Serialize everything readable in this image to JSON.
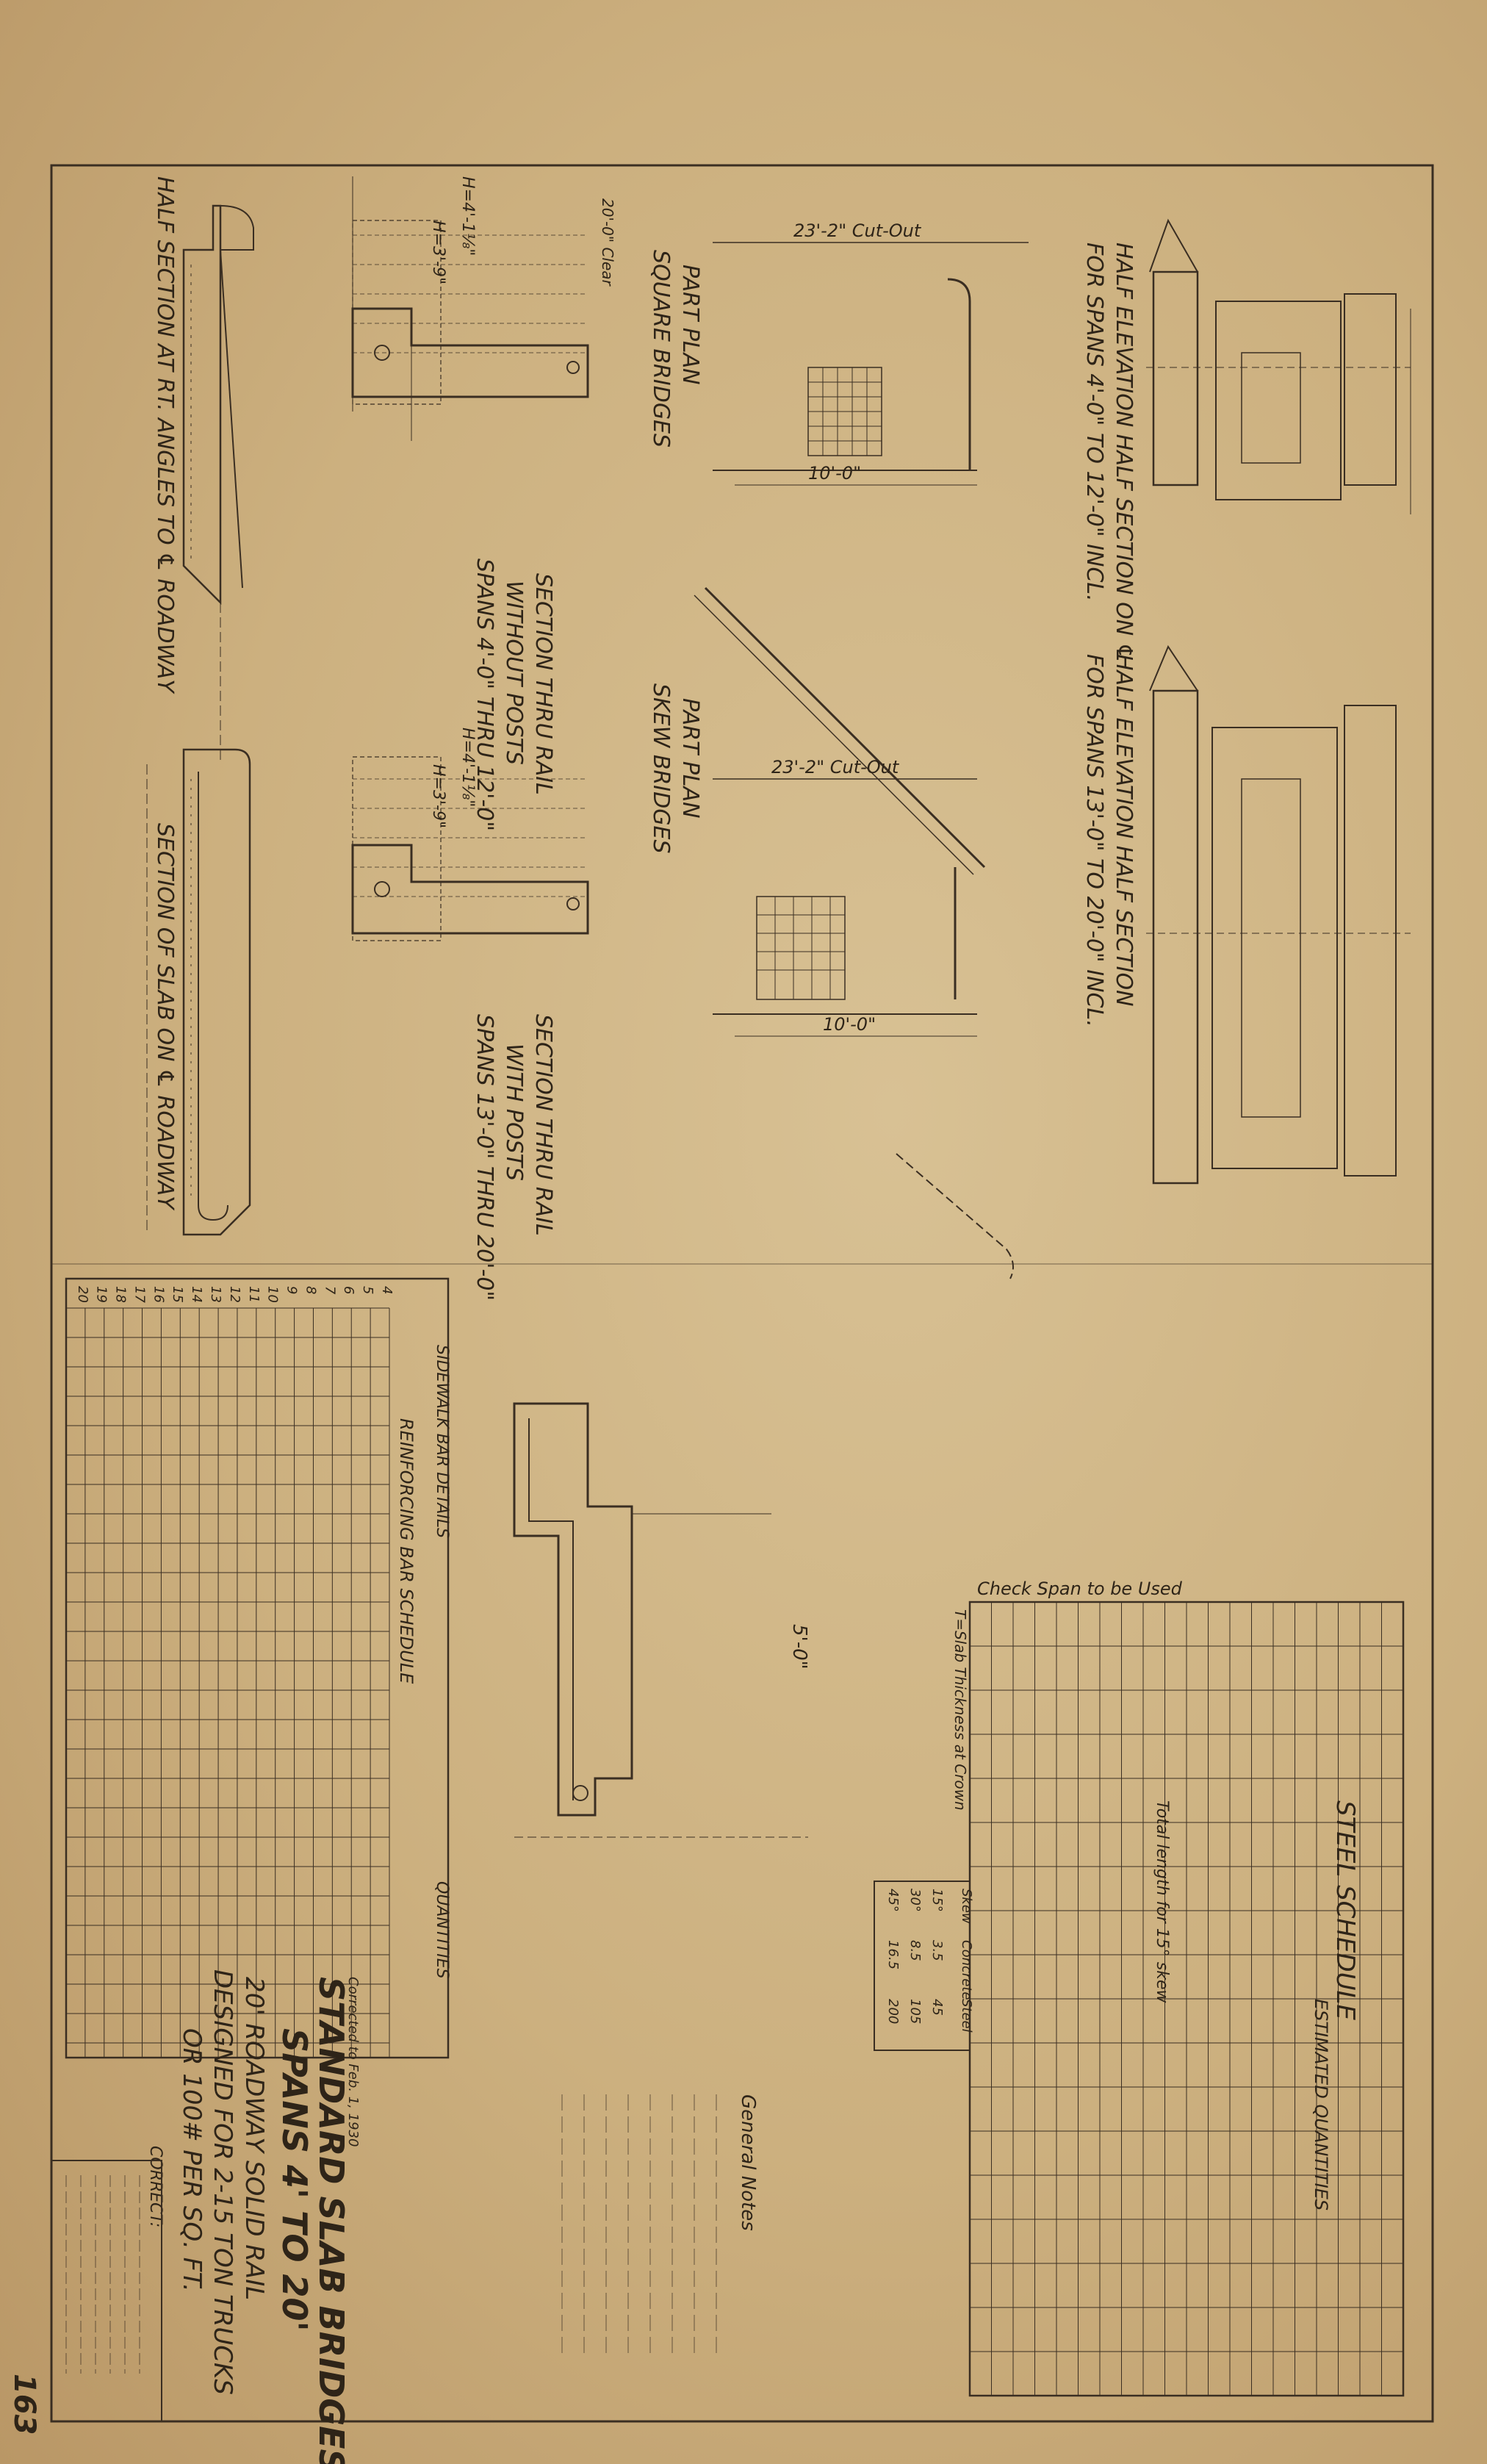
{
  "title_block": {
    "title_line1": "STANDARD SLAB BRIDGES",
    "title_line2": "SPANS 4' TO 20'",
    "line3": "20' ROADWAY  SOLID RAIL",
    "line4": "DESIGNED FOR 2-15 TON TRUCKS",
    "line5": "OR 100# PER SQ. FT.",
    "correct": "CORRECT:",
    "corrected": "Corrected to Feb. 1, 1930",
    "sheet_number": "163"
  },
  "views": {
    "half_elevation_small": "HALF ELEVATION   HALF SECTION ON ℄",
    "half_elevation_small_spans": "FOR SPANS 4'-0\" TO 12'-0\" INCL.",
    "half_elevation_large": "HALF ELEVATION   HALF SECTION",
    "half_elevation_large_spans": "FOR SPANS 13'-0\" TO 20'-0\" INCL.",
    "part_plan_square": "PART PLAN",
    "part_plan_square_sub": "SQUARE BRIDGES",
    "part_plan_skew": "PART PLAN",
    "part_plan_skew_sub": "SKEW BRIDGES",
    "section_rail_no_posts": "SECTION THRU RAIL",
    "section_rail_no_posts_sub": "WITHOUT POSTS",
    "section_rail_no_posts_spans": "SPANS 4'-0\" THRU 12'-0\"",
    "section_rail_posts": "SECTION THRU RAIL",
    "section_rail_posts_sub": "WITH POSTS",
    "section_rail_posts_spans": "SPANS 13'-0\" THRU 20'-0\"",
    "half_section": "HALF SECTION AT RT. ANGLES TO ℄ ROADWAY",
    "section_slab": "SECTION OF SLAB ON ℄ ROADWAY"
  },
  "dimensions": {
    "cut_out": "23'-2\" Cut-Out",
    "ten_ft": "10'-0\"",
    "h_outer": "H=4'-1⅛\"",
    "h_inner": "H=3'-9\"",
    "five_ft": "5'-0\"",
    "clear": "20'-0\" Clear"
  },
  "schedules": {
    "steel_schedule_title": "STEEL SCHEDULE",
    "estimated_quantities": "ESTIMATED QUANTITIES",
    "check_span": "Check Span to be Used",
    "reinforcing_title": "REINFORCING BAR SCHEDULE",
    "sidewalk_title": "SIDEWALK BAR DETAILS",
    "quantities_title": "QUANTITIES",
    "total_length": "Total length for 15° skew",
    "slab_thickness": "T=Slab Thickness at Crown"
  },
  "skew_table": {
    "headers": [
      "Skew",
      "Concrete",
      "Steel"
    ],
    "rows": [
      [
        "15°",
        "3.5",
        "45"
      ],
      [
        "30°",
        "8.5",
        "105"
      ],
      [
        "45°",
        "16.5",
        "200"
      ]
    ]
  },
  "reinforcing_spans": [
    "4",
    "5",
    "6",
    "7",
    "8",
    "9",
    "10",
    "11",
    "12",
    "13",
    "14",
    "15",
    "16",
    "17",
    "18",
    "19",
    "20"
  ],
  "notes_title": "General Notes"
}
